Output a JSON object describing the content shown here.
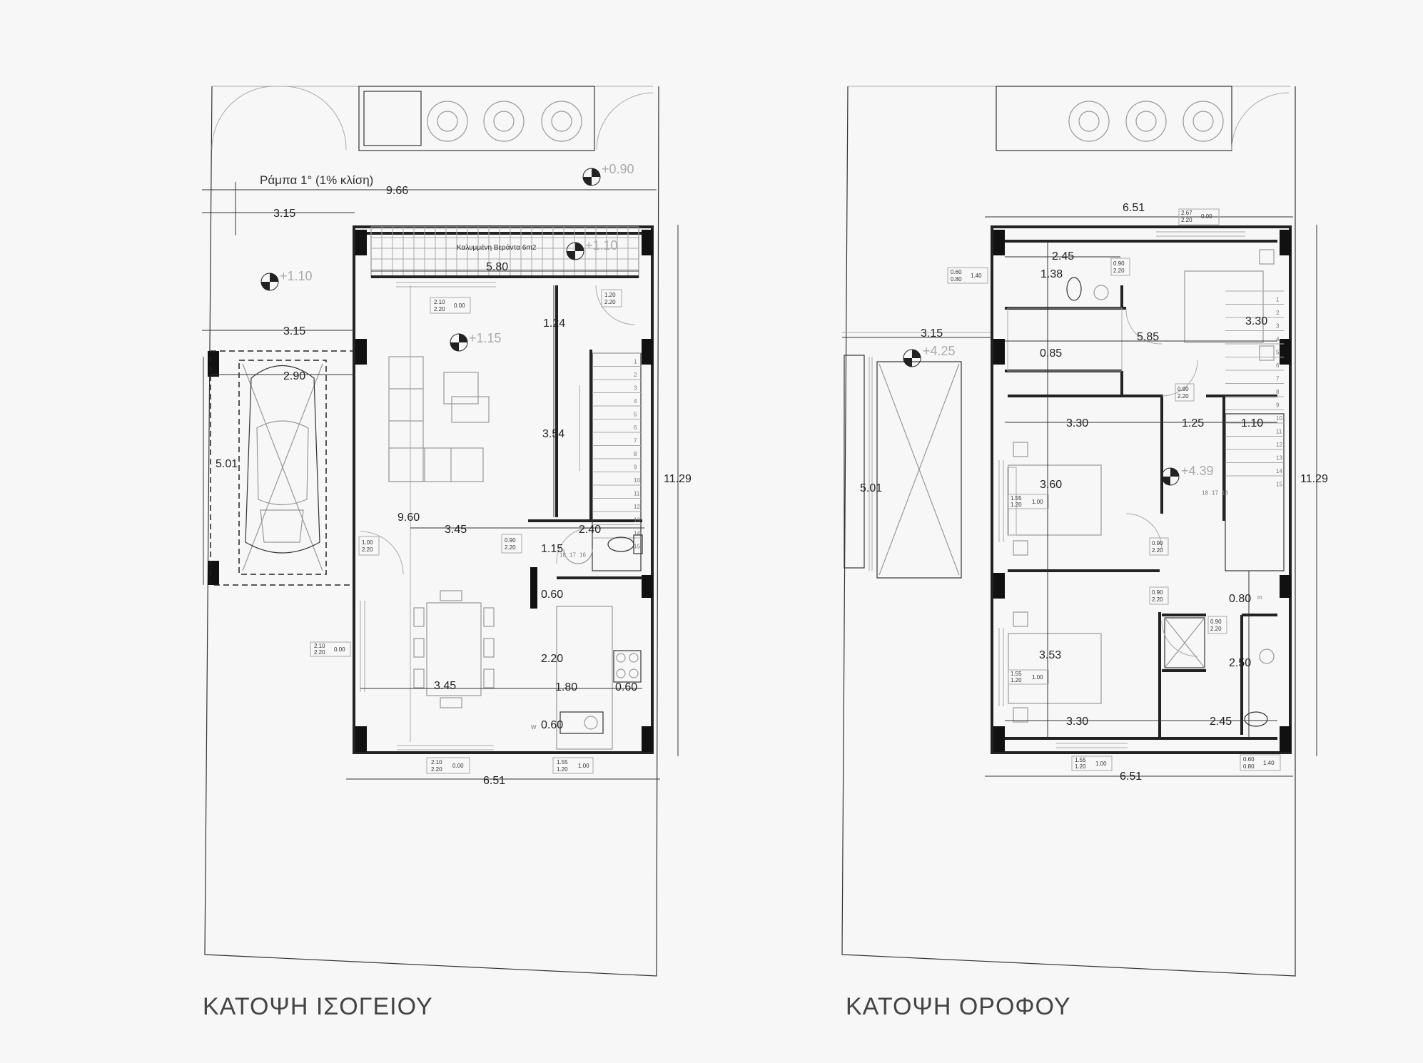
{
  "titles": {
    "ground": "ΚΑΤΟΨΗ ΙΣΟΓΕΙΟΥ",
    "upper": "ΚΑΤΟΨΗ ΟΡΟΦΟΥ"
  },
  "ground": {
    "ramp_note": "Ράμπα 1° (1% κλίση)",
    "veranda_note": "Καλυμμένη Βεράντα 6m2",
    "levels": [
      "+0.90",
      "+1.10",
      "+1.10",
      "+1.15"
    ],
    "dims": {
      "d_966": "9.66",
      "d_315a": "3.15",
      "d_580": "5.80",
      "d_315b": "3.15",
      "d_290": "2.90",
      "d_501": "5.01",
      "d_124": "1.24",
      "d_354": "3.54",
      "d_960": "9.60",
      "d_345a": "3.45",
      "d_240": "2.40",
      "d_115": "1.15",
      "d_060a": "0.60",
      "d_220": "2.20",
      "d_345b": "3.45",
      "d_180": "1.80",
      "d_060b": "0.60",
      "d_060c": "0.60",
      "d_651": "6.51",
      "d_1129": "11.29"
    },
    "tags": {
      "t1a": "2.10",
      "t1b": "2.20",
      "t1c": "0.00",
      "t2a": "1.20",
      "t2b": "2.20",
      "t3a": "1.00",
      "t3b": "2.20",
      "t4a": "0.90",
      "t4b": "2.20",
      "t5a": "2.10",
      "t5b": "2.20",
      "t5c": "0.00",
      "t6a": "2.10",
      "t6b": "2.20",
      "t6c": "0.00",
      "t7a": "1.55",
      "t7b": "1.20",
      "t7c": "1.00"
    },
    "stairs": [
      "1",
      "2",
      "3",
      "4",
      "5",
      "6",
      "7",
      "8",
      "9",
      "10",
      "11",
      "12",
      "13",
      "14",
      "15",
      "16",
      "17",
      "18"
    ],
    "w_label": "W"
  },
  "upper": {
    "levels": [
      "+4.25",
      "+4.39"
    ],
    "dims": {
      "u_651a": "6.51",
      "u_245a": "2.45",
      "u_138": "1.38",
      "u_330a": "3.30",
      "u_315": "3.15",
      "u_585": "5.85",
      "u_085": "0.85",
      "u_330b": "3.30",
      "u_125": "1.25",
      "u_110": "1.10",
      "u_360": "3.60",
      "u_501": "5.01",
      "u_1129": "11.29",
      "u_080": "0.80",
      "u_250": "2.50",
      "u_353": "3.53",
      "u_330c": "3.30",
      "u_245b": "2.45",
      "u_651b": "6.51"
    },
    "tags": {
      "ua1": "2.67",
      "ua2": "2.20",
      "ua3": "0.00",
      "ub1": "0.60",
      "ub2": "0.80",
      "ub3": "1.40",
      "uc1": "0.90",
      "uc2": "2.20",
      "ud1": "0.90",
      "ud2": "2.20",
      "ue1": "1.55",
      "ue2": "1.20",
      "ue3": "1.00",
      "uf1": "0.90",
      "uf2": "2.20",
      "ug1": "0.90",
      "ug2": "2.20",
      "uh1": "0.90",
      "uh2": "2.20",
      "ui1": "1.55",
      "ui2": "1.20",
      "ui3": "1.00",
      "uj1": "1.55",
      "uj2": "1.20",
      "uj3": "1.00",
      "uk1": "0.60",
      "uk2": "0.80",
      "uk3": "1.40"
    },
    "stairs": [
      "1",
      "2",
      "3",
      "4",
      "5",
      "6",
      "7",
      "8",
      "9",
      "10",
      "11",
      "12",
      "13",
      "14",
      "15",
      "16",
      "17",
      "18"
    ],
    "m_label": "m"
  }
}
